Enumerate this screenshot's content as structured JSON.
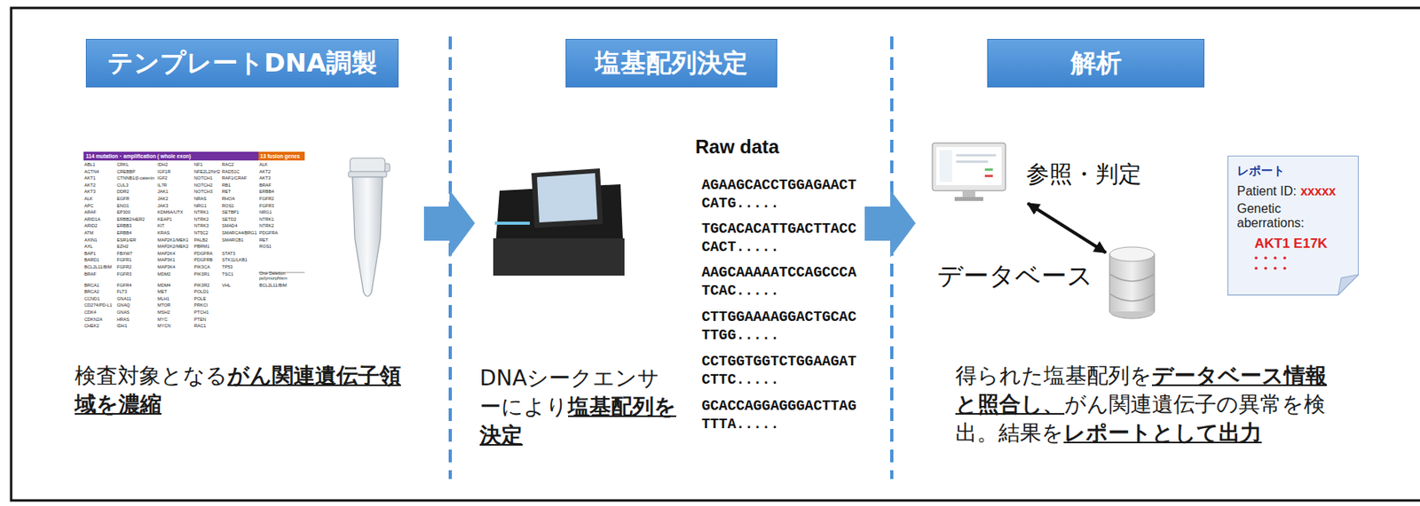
{
  "diagram": {
    "nodes": [
      {
        "text": [
          "テンプレートDNA調製"
        ]
      },
      {
        "text": [
          "塩基配列決定"
        ]
      },
      {
        "text": [
          "解析"
        ]
      },
      {
        "text": [
          "レポート",
          "Patient ID:",
          "xxxxx",
          "Genetic aberrations:",
          "AKT1 E17K"
        ]
      }
    ],
    "labels": [
      "114 mutation・amplification ( whole exon)",
      "13 fusion genes",
      "ABL1",
      "ACTN4",
      "AKT1",
      "AKT2",
      "AKT3",
      "ALK",
      "APC",
      "ARAF",
      "ARID1A",
      "ARID2",
      "ATM",
      "AXIN1",
      "AXL",
      "BAP1",
      "BARD1",
      "BCL2L11/BIM",
      "BRAF",
      "BRCA1",
      "BRCA2",
      "CCND1",
      "CD274/PD-L1",
      "CDK4",
      "CDKN2A",
      "CHEK2",
      "CRKL",
      "CREBBP",
      "CTNNB1/β-catenin",
      "CUL3",
      "DDR2",
      "EGFR",
      "ENO1",
      "EP300",
      "ERBB2/HER2",
      "ERBB3",
      "ERBB4",
      "ESR1/ER",
      "EZH2",
      "FBXW7",
      "FGFR1",
      "FGFR2",
      "FGFR3",
      "FGFR4",
      "FLT3",
      "GNA11",
      "GNAQ",
      "GNAS",
      "HRAS",
      "IDH1",
      "IDH2",
      "IGF1R",
      "IGF2",
      "IL7R",
      "JAK1",
      "JAK2",
      "JAK3",
      "KDM6A/UTX",
      "KEAP1",
      "KIT",
      "KRAS",
      "MAP2K1/MEK1",
      "MAP2K2/MEK2",
      "MAP2K4",
      "MAP3K1",
      "MAP3K4",
      "MDM2",
      "MDM4",
      "MET",
      "MLH1",
      "MTOR",
      "MSH2",
      "MYC",
      "MYCN",
      "NF1",
      "NFE2L2/Nrf2",
      "NOTCH1",
      "NOTCH2",
      "NOTCH3",
      "NRAS",
      "NRG1",
      "NTRK1",
      "NTRK2",
      "NTRK3",
      "NT5C2",
      "PALB2",
      "PBRM1",
      "PDGFRA",
      "PDGFRB",
      "PIK3CA",
      "PIK3R1",
      "PIK3R2",
      "POLD1",
      "POLE",
      "PRKCI",
      "PTCH1",
      "PTEN",
      "RAC1",
      "RAC2",
      "RAD51C",
      "RAF1/CRAF",
      "RB1",
      "RET",
      "RHOA",
      "ROS1",
      "SETBP1",
      "SETD2",
      "SMAD4",
      "SMARCA4/BRG1",
      "SMARCB1",
      "STAT3",
      "STK11/LKB1",
      "TP53",
      "TSC1",
      "VHL",
      "ALK",
      "AKT2",
      "AKT3",
      "BRAF",
      "ERBB4",
      "FGFR2",
      "FGFR3",
      "NRG1",
      "NTRK1",
      "NTRK2",
      "PDGFRA",
      "RET",
      "ROS1",
      "One Deletion polymorphism",
      "BCL2L11/BIM",
      "検査対象となる",
      "がん関連遺伝子領域を濃縮",
      "Raw data",
      "AGAAGCACCTGGAGAACT CATG.....",
      "TGCACACATTGACTTACC CACT.....",
      "AAGCAAAAATCCAGCCCA TCAC.....",
      "CTTGGAAAAGGACTGCAC TTGG.....",
      "CCTGGTGGTCTGGAAGAT CTTC.....",
      "GCACCAGGAGGGACTTAG TTTA.....",
      "DNAシークエンサーにより",
      "塩基配列を決定",
      "参照・判定",
      "データベース",
      "得られた塩基配列を",
      "データベース情報と照合し、",
      "がん関連遺伝子の異常を検出。結果を",
      "レポートとして出力"
    ]
  }
}
